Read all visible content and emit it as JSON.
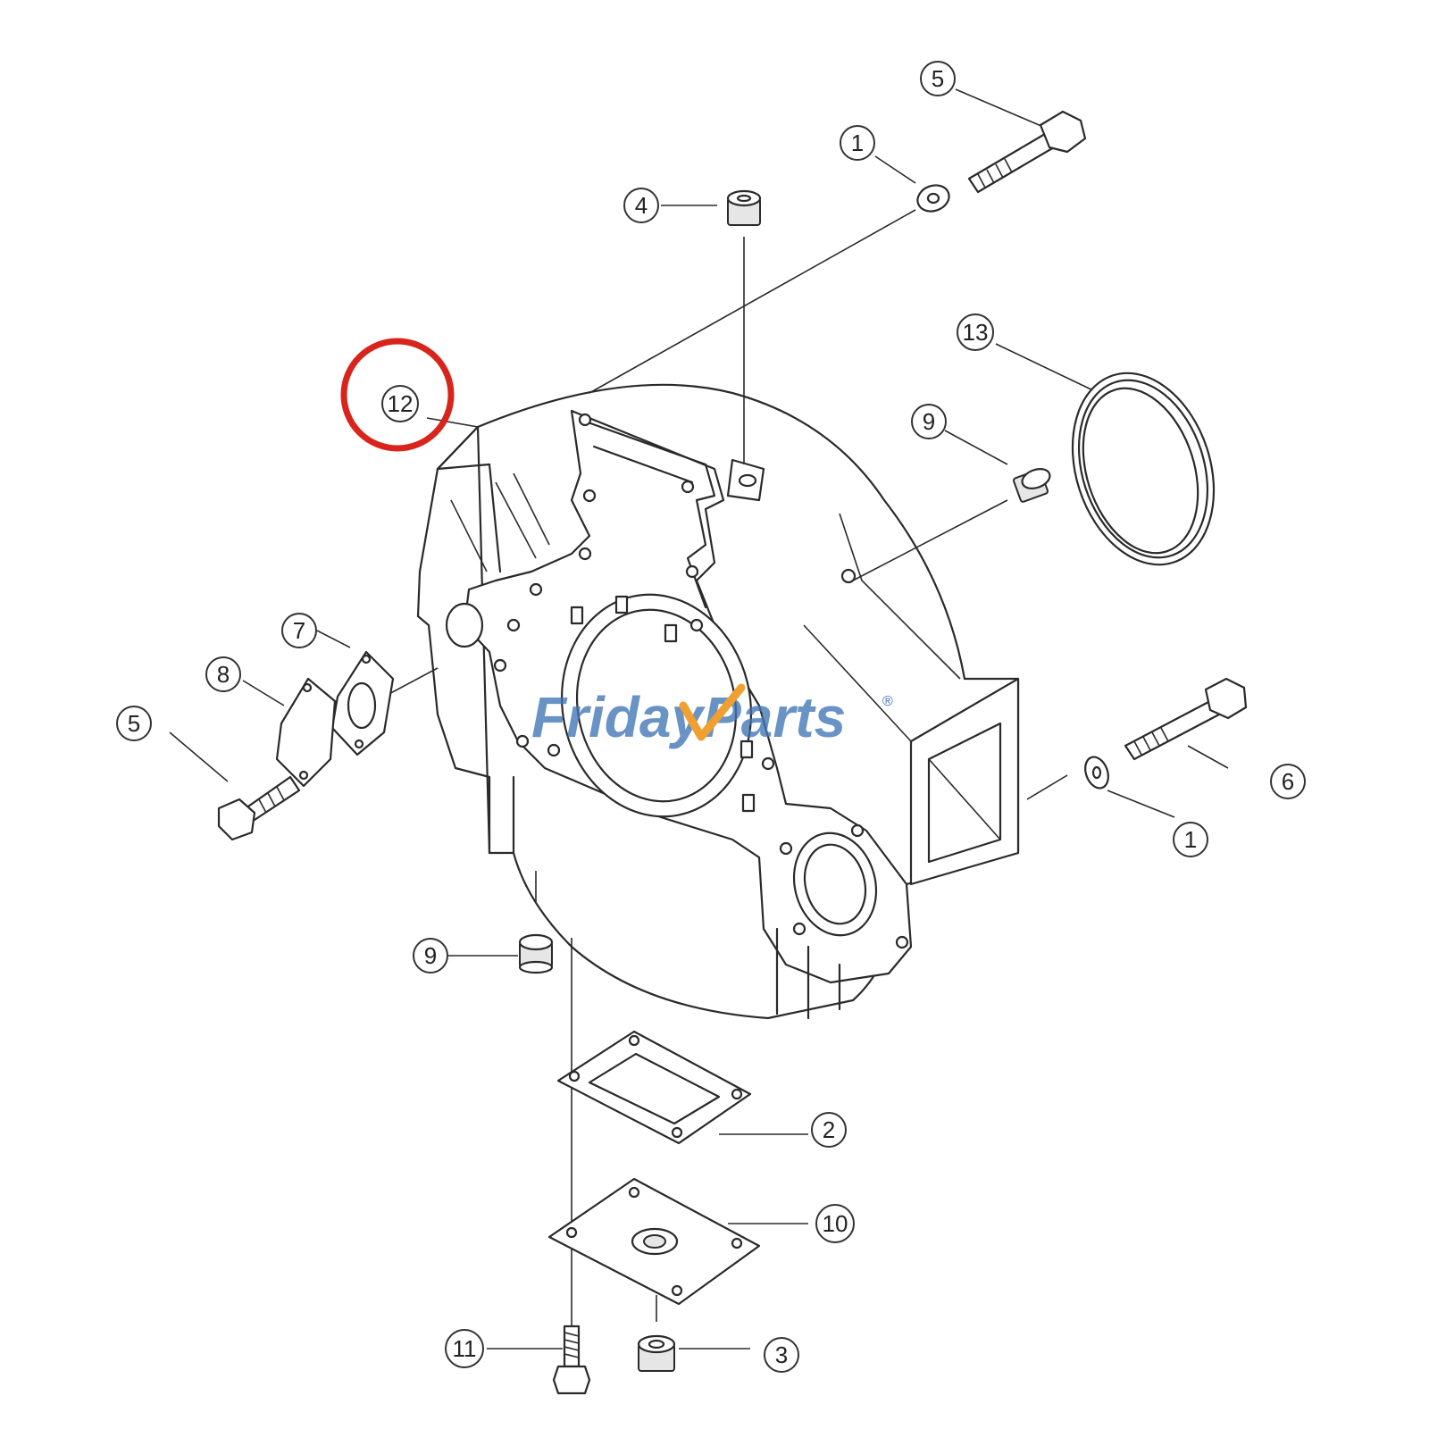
{
  "diagram": {
    "callouts": [
      {
        "id": "c5-top",
        "label": "5"
      },
      {
        "id": "c1-top",
        "label": "1"
      },
      {
        "id": "c4",
        "label": "4"
      },
      {
        "id": "c13",
        "label": "13"
      },
      {
        "id": "c12",
        "label": "12"
      },
      {
        "id": "c9-right",
        "label": "9"
      },
      {
        "id": "c7",
        "label": "7"
      },
      {
        "id": "c8",
        "label": "8"
      },
      {
        "id": "c5-left",
        "label": "5"
      },
      {
        "id": "c6",
        "label": "6"
      },
      {
        "id": "c1-right",
        "label": "1"
      },
      {
        "id": "c9-bottom",
        "label": "9"
      },
      {
        "id": "c2",
        "label": "2"
      },
      {
        "id": "c10",
        "label": "10"
      },
      {
        "id": "c11",
        "label": "11"
      },
      {
        "id": "c3",
        "label": "3"
      }
    ],
    "highlight": {
      "label": "12",
      "color": "#d9241c"
    }
  },
  "watermark": {
    "text_part1": "Friday",
    "text_part2": "Parts",
    "registered": "®",
    "color_primary": "#3f74b5",
    "color_accent": "#f0a030"
  }
}
